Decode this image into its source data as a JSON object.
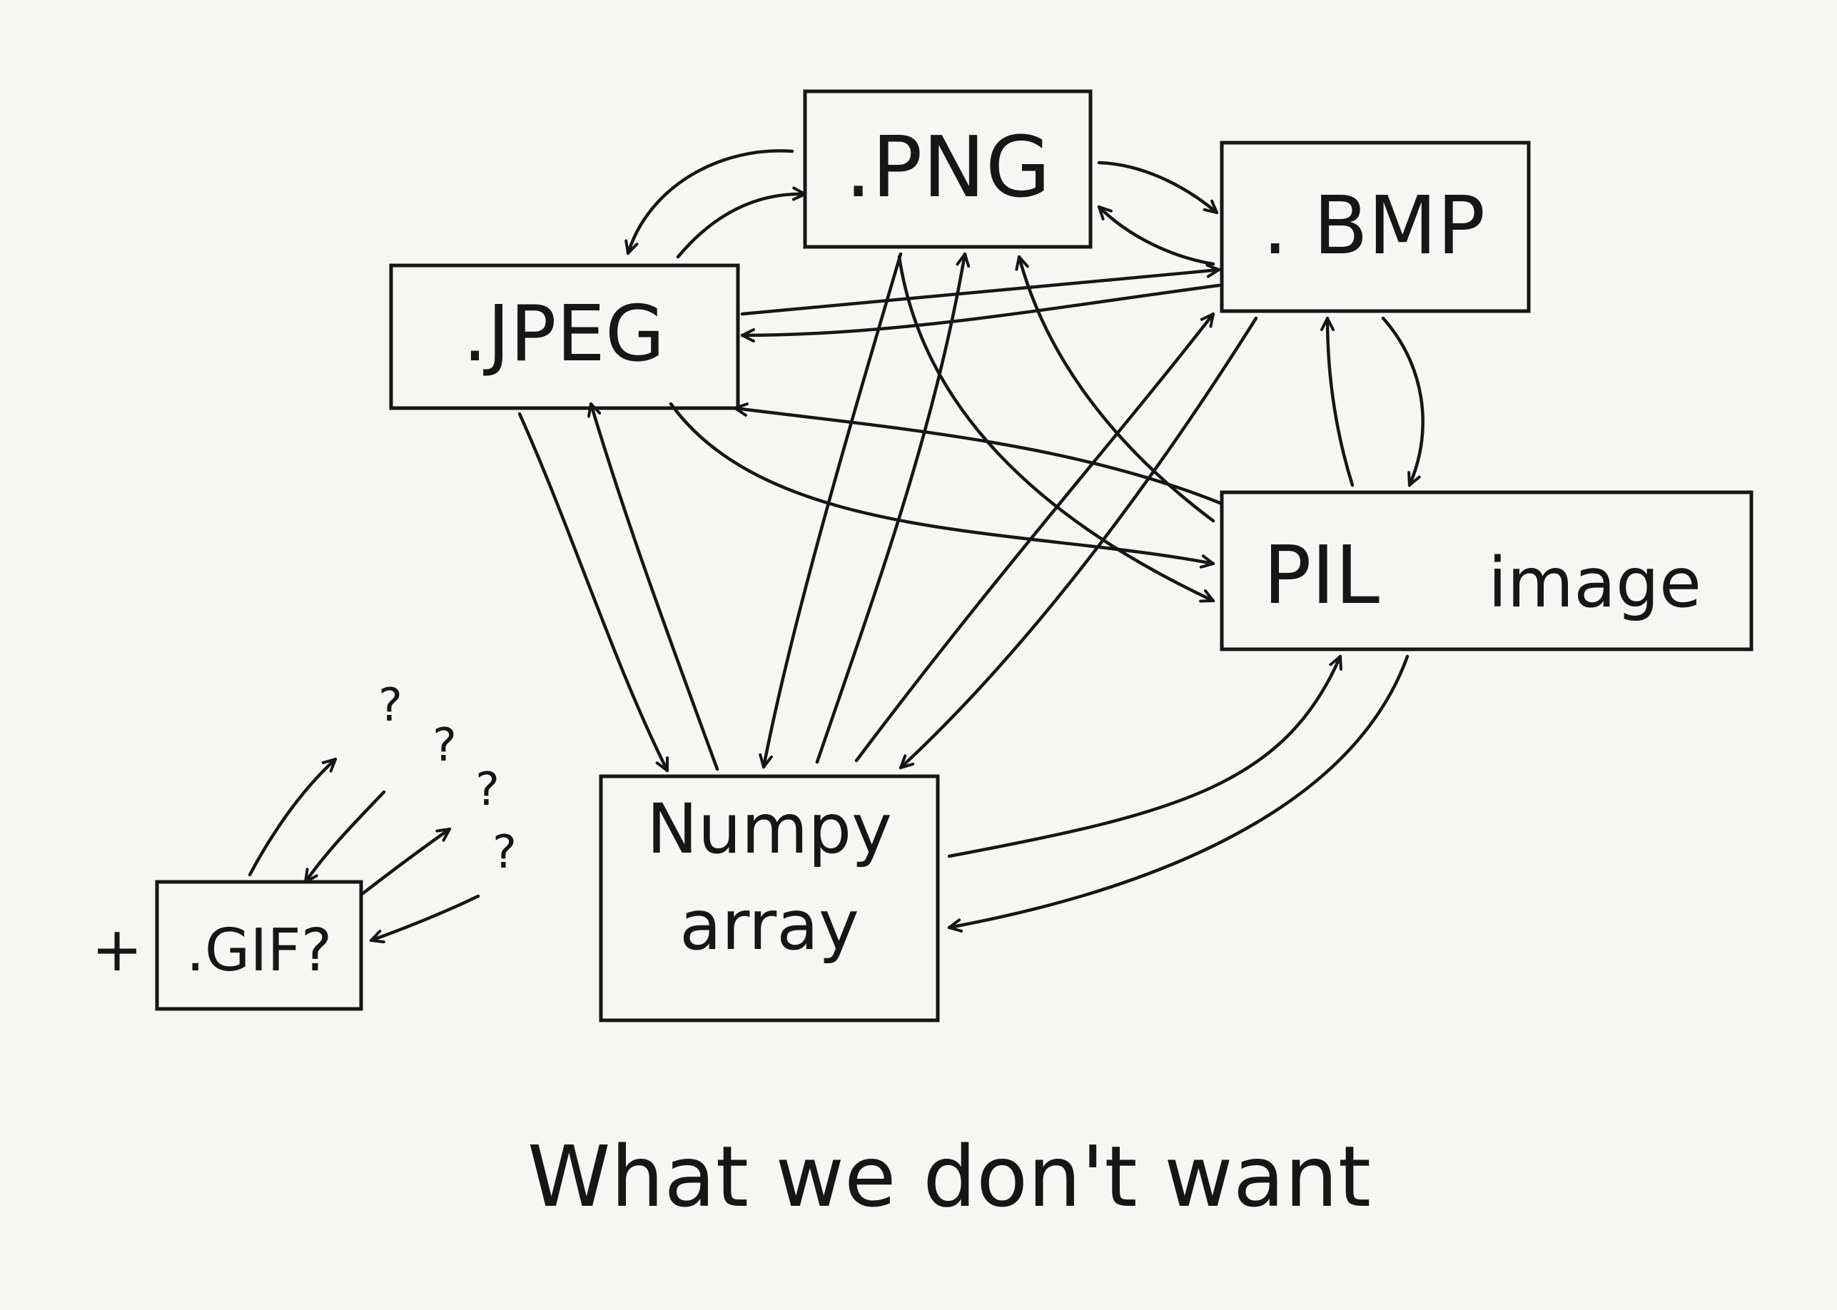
{
  "nodes": {
    "png": {
      "label": ".PNG"
    },
    "bmp": {
      "label": ". BMP"
    },
    "jpeg": {
      "label": ".JPEG"
    },
    "pil": {
      "label_1": "PIL",
      "label_2": "image"
    },
    "numpy": {
      "label_1": "Numpy",
      "label_2": "array"
    },
    "gif": {
      "label": ".GIF?",
      "prefix": "+"
    }
  },
  "question_marks": [
    "?",
    "?",
    "?",
    "?"
  ],
  "caption": "What we don't want",
  "colors": {
    "ink": "#161616",
    "paper": "#f6f6f4"
  }
}
